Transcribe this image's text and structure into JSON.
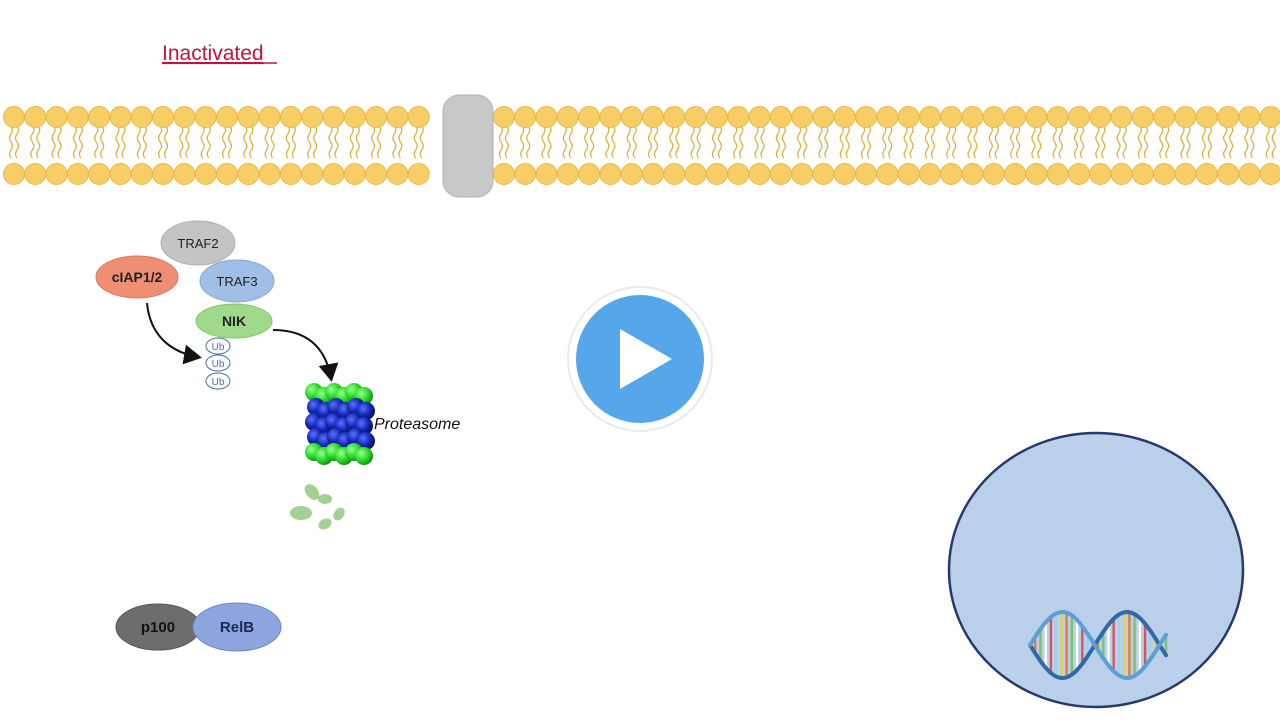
{
  "title": "Inactivated",
  "colors": {
    "title": "#c0143c",
    "lipid_head": "#f7cd66",
    "lipid_head_stroke": "#e9b84a",
    "lipid_tail": "#d9ad38",
    "channel": "#c8c8c8",
    "traf2": "#c4c4c4",
    "ciap": "#ee8e72",
    "traf3": "#9fbfe6",
    "nik": "#9fd98a",
    "ub_stroke": "#4a6fa5",
    "proteasome_outer": "#2ddc2d",
    "proteasome_inner": "#1428b4",
    "fragment": "#a3d193",
    "p100": "#6d6d6d",
    "relb": "#8da4de",
    "nucleus_fill": "#b9cfea",
    "nucleus_stroke": "#27396b",
    "play": "#56a6ea"
  },
  "proteins": {
    "traf2": "TRAF2",
    "ciap": "cIAP1/2",
    "traf3": "TRAF3",
    "nik": "NIK",
    "ub": [
      "Ub",
      "Ub",
      "Ub"
    ],
    "p100": "p100",
    "relb": "RelB"
  },
  "proteasome_label": "Proteasome",
  "play_button_icon": "play-icon",
  "dna_icon": "dna-helix-icon"
}
